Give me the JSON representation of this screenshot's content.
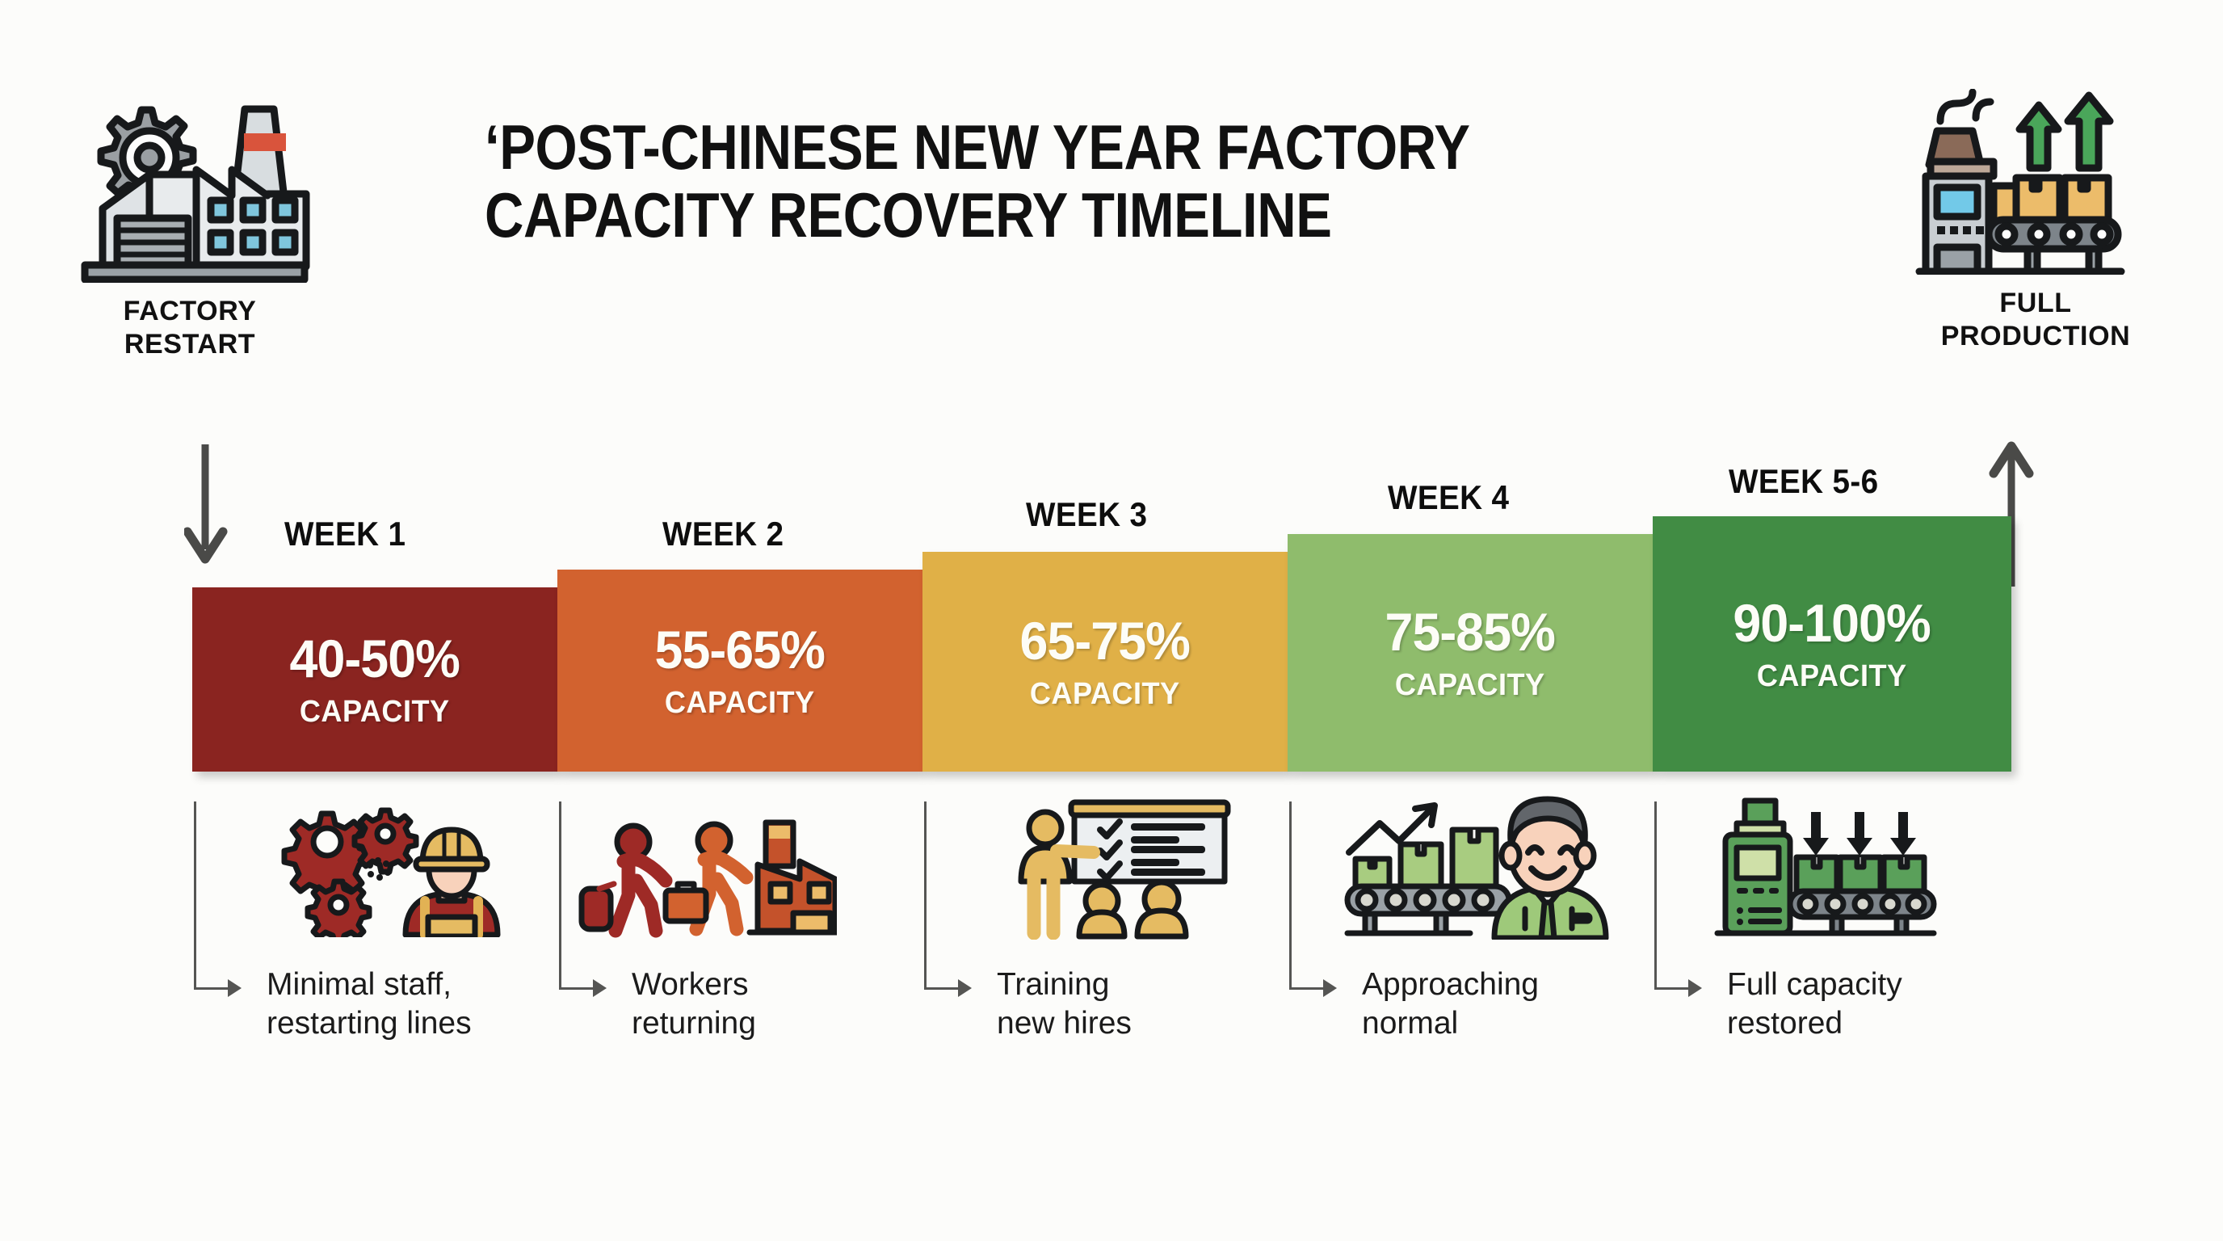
{
  "title": "‘POST-CHINESE NEW YEAR FACTORY CAPACITY RECOVERY TIMELINE",
  "title_line1": "‘POST-CHINESE NEW YEAR FACTORY",
  "title_line2": "CAPACITY RECOVERY TIMELINE",
  "endpoints": {
    "start": {
      "label_line1": "FACTORY",
      "label_line2": "RESTART",
      "icon": "factory-gear-icon"
    },
    "end": {
      "label_line1": "FULL",
      "label_line2": "PRODUCTION",
      "icon": "conveyor-production-icon"
    }
  },
  "colors": {
    "background": "#fcfcfa",
    "week1": "#8a2420",
    "week2": "#d2622f",
    "week3": "#e0b047",
    "week4": "#8fbc6c",
    "week5": "#418c44",
    "arrow": "#4a4a48",
    "connector": "#555553",
    "text_dark": "#111111",
    "text_light": "#fdfdf7"
  },
  "capacity_word": "CAPACITY",
  "steps": [
    {
      "week": "WEEK 1",
      "pct": "40-50%",
      "caption_line1": "Minimal staff,",
      "caption_line2": "restarting lines",
      "color": "#8a2420",
      "icon": "gears-worker-icon"
    },
    {
      "week": "WEEK 2",
      "pct": "55-65%",
      "caption_line1": "Workers",
      "caption_line2": "returning",
      "color": "#d2622f",
      "icon": "workers-walking-factory-icon"
    },
    {
      "week": "WEEK 3",
      "pct": "65-75%",
      "caption_line1": "Training",
      "caption_line2": "new hires",
      "color": "#e0b047",
      "icon": "training-whiteboard-icon"
    },
    {
      "week": "WEEK 4",
      "pct": "75-85%",
      "caption_line1": "Approaching",
      "caption_line2": "normal",
      "color": "#8fbc6c",
      "icon": "conveyor-growth-manager-icon"
    },
    {
      "week": "WEEK 5-6",
      "pct": "90-100%",
      "caption_line1": "Full capacity",
      "caption_line2": "restored",
      "color": "#418c44",
      "icon": "green-conveyor-output-icon"
    }
  ],
  "chart_data": {
    "type": "bar",
    "title": "‘POST-CHINESE NEW YEAR FACTORY CAPACITY RECOVERY TIMELINE",
    "xlabel": "",
    "ylabel": "Capacity (%)",
    "ylim": [
      0,
      100
    ],
    "grid": false,
    "legend": "none",
    "categories": [
      "WEEK 1",
      "WEEK 2",
      "WEEK 3",
      "WEEK 4",
      "WEEK 5-6"
    ],
    "value_labels": [
      "40-50%",
      "55-65%",
      "65-75%",
      "75-85%",
      "90-100%"
    ],
    "ranges_low": [
      40,
      55,
      65,
      75,
      90
    ],
    "ranges_high": [
      50,
      65,
      75,
      85,
      100
    ],
    "values": [
      45,
      60,
      70,
      80,
      95
    ],
    "colors": [
      "#8a2420",
      "#d2622f",
      "#e0b047",
      "#8fbc6c",
      "#418c44"
    ],
    "annotations": [
      "FACTORY RESTART",
      "FULL PRODUCTION",
      "Minimal staff, restarting lines",
      "Workers returning",
      "Training new hires",
      "Approaching normal",
      "Full capacity restored"
    ]
  }
}
